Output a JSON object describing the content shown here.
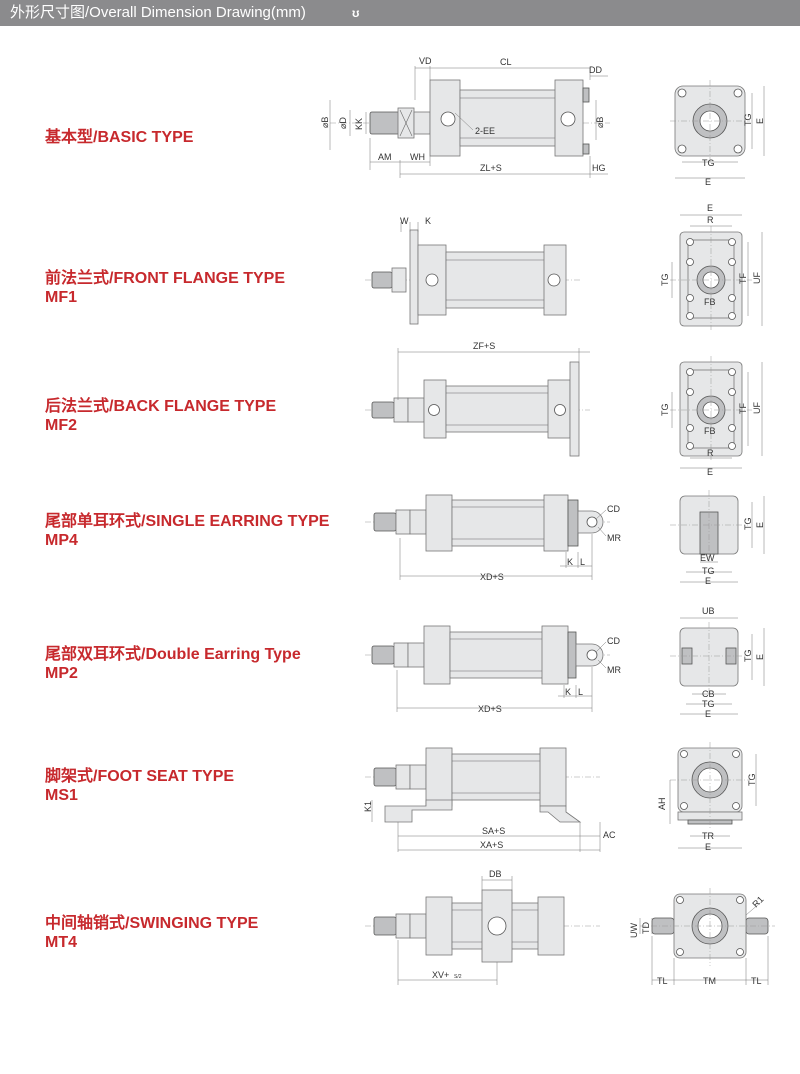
{
  "header": {
    "title": "外形尺寸图/Overall Dimension Drawing(mm)",
    "icon": "ʊ"
  },
  "sections": [
    {
      "line1": "基本型/BASIC TYPE",
      "line2": ""
    },
    {
      "line1": "前法兰式/FRONT FLANGE TYPE",
      "line2": "MF1"
    },
    {
      "line1": "后法兰式/BACK FLANGE TYPE",
      "line2": "MF2"
    },
    {
      "line1": "尾部单耳环式/SINGLE EARRING TYPE",
      "line2": "MP4"
    },
    {
      "line1": "尾部双耳环式/Double Earring Type",
      "line2": "MP2"
    },
    {
      "line1": "脚架式/FOOT SEAT TYPE",
      "line2": "MS1"
    },
    {
      "line1": "中间轴销式/SWINGING TYPE",
      "line2": "MT4"
    }
  ],
  "dims": {
    "basic": {
      "vd": "VD",
      "cl": "CL",
      "dd": "DD",
      "b": "⌀B",
      "d": "⌀D",
      "kk": "KK",
      "ee": "2-EE",
      "b2": "⌀B",
      "am": "AM",
      "wh": "WH",
      "zl": "ZL+S",
      "hg": "HG",
      "tg_v": "TG",
      "e_v": "E",
      "tg_h": "TG",
      "e_h": "E"
    },
    "mf1": {
      "w": "W",
      "k": "K",
      "e": "E",
      "r": "R",
      "tg_v": "TG",
      "tf": "TF",
      "uf": "UF",
      "fb": "FB"
    },
    "mf2": {
      "zf": "ZF+S",
      "tg_v": "TG",
      "tf": "TF",
      "uf": "UF",
      "fb": "FB",
      "r": "R",
      "e": "E"
    },
    "mp4": {
      "cd": "CD",
      "mr": "MR",
      "k": "K",
      "l": "L",
      "xd": "XD+S",
      "tg_v": "TG",
      "e_v": "E",
      "ew": "EW",
      "tg_h": "TG",
      "e_h": "E"
    },
    "mp2": {
      "cd": "CD",
      "mr": "MR",
      "k": "K",
      "l": "L",
      "xd": "XD+S",
      "ub": "UB",
      "tg_v": "TG",
      "e_v": "E",
      "cb": "CB",
      "tg_h": "TG",
      "e_h": "E"
    },
    "ms1": {
      "k1": "K1",
      "sa": "SA+S",
      "ac": "AC",
      "xa": "XA+S",
      "ah": "AH",
      "tg": "TG",
      "tr": "TR",
      "e": "E"
    },
    "mt4": {
      "db": "DB",
      "xv": "XV+",
      "xv_sub": "S/2",
      "uw": "UW",
      "td": "TD",
      "r1": "R1",
      "tl_l": "TL",
      "tm": "TM",
      "tl_r": "TL"
    }
  }
}
